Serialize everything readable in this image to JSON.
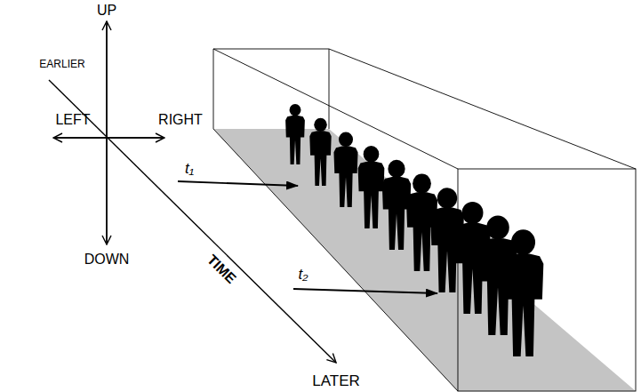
{
  "diagram": {
    "labels": [
      "UP",
      "EARLIER",
      "LEFT",
      "RIGHT",
      "DOWN",
      "TIME",
      "LATER",
      "t₁",
      "t₂"
    ]
  }
}
